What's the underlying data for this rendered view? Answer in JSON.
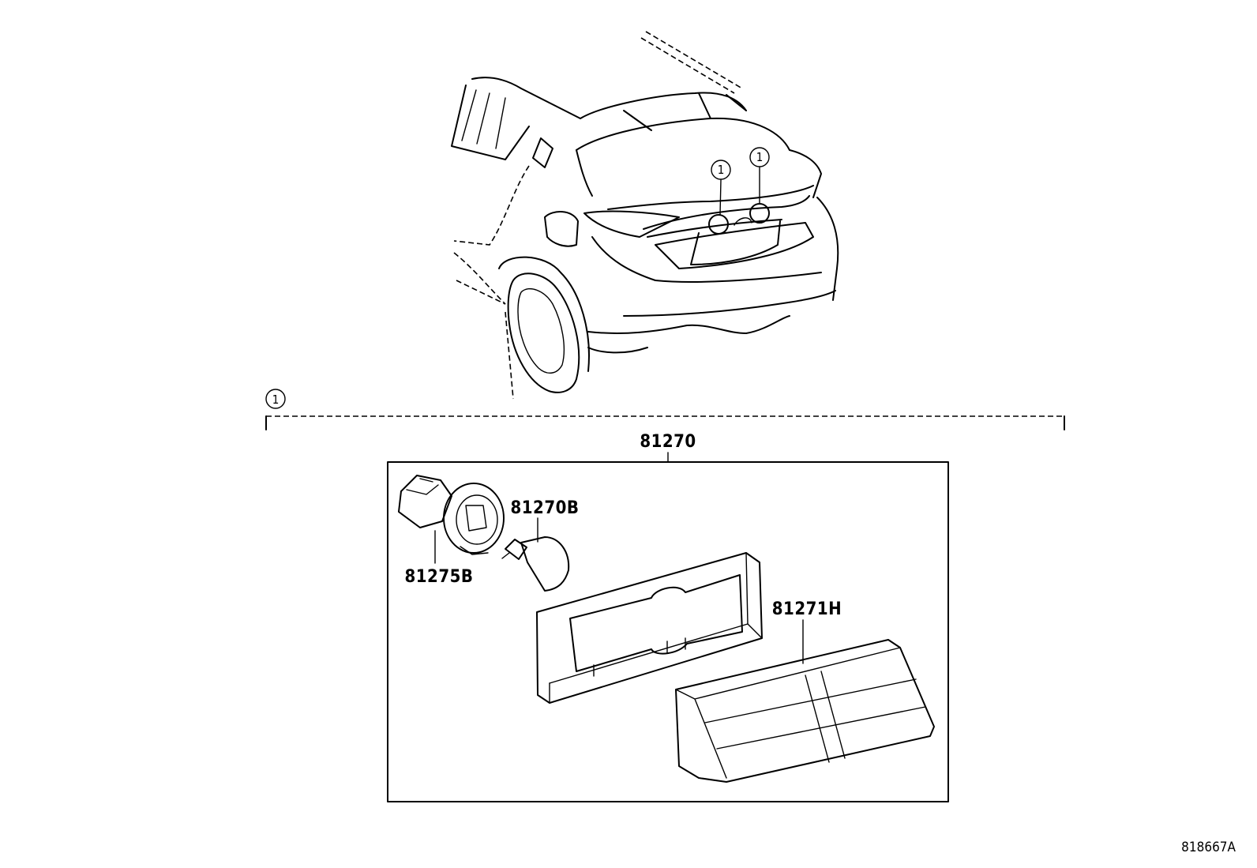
{
  "callout": {
    "number": "1"
  },
  "assembly": {
    "part_number": "81270"
  },
  "parts": {
    "socket": "81275B",
    "bulb": "81270B",
    "lens": "81271H"
  },
  "figure_code": "818667A"
}
